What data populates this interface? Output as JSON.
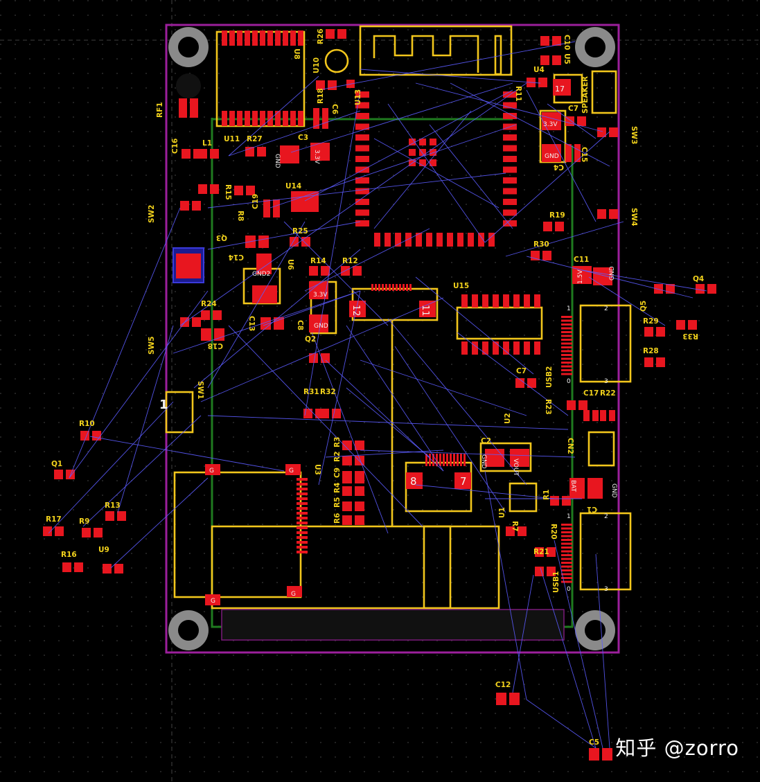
{
  "view": "pcb-2d-layout",
  "colors": {
    "background": "#000000",
    "grid_dot": "#3a3a3a",
    "board_outline": "#9c1f9c",
    "pad": "#e8161f",
    "silkscreen": "#f2c61c",
    "ratsnest": "#5c5cff",
    "route": "#1f7a1f"
  },
  "watermark": "知乎 @zorro",
  "labels": {
    "rf1": "RF1",
    "c16": "C16",
    "l1": "L1",
    "u11": "U11",
    "r27": "R27",
    "c3": "C3",
    "u8": "U8",
    "r26": "R26",
    "u10": "U10",
    "r18": "R18",
    "u13": "U13",
    "c6": "C6",
    "r11": "R11",
    "c10": "C10",
    "u5": "U5",
    "u4": "U4",
    "speaker": "SPEAKER",
    "c7_top": "C7",
    "c4": "C4",
    "c15": "C15",
    "sw3": "SW3",
    "sw2": "SW2",
    "r15": "R15",
    "r8": "R8",
    "q3": "Q3",
    "u14": "U14",
    "c19": "C19",
    "r25": "R25",
    "c14": "C14",
    "u6": "U6",
    "sw4": "SW4",
    "r19": "R19",
    "r30": "R30",
    "c11": "C11",
    "q4": "Q4",
    "q5": "Q5",
    "r29": "R29",
    "r33": "R33",
    "r28": "R28",
    "r14": "R14",
    "r12": "R12",
    "u15": "U15",
    "c8": "C8",
    "q2": "Q2",
    "c13": "C13",
    "c18": "C18",
    "r24": "R24",
    "sw5": "SW5",
    "sw1": "SW1",
    "usb2": "USB2",
    "c7": "C7",
    "r23": "R23",
    "c17": "C17",
    "r22": "R22",
    "u2": "U2",
    "cn2": "CN2",
    "r31": "R31",
    "r32": "R32",
    "r3": "R3",
    "r2": "R2",
    "c9": "C9",
    "r4": "R4",
    "r5": "R5",
    "r6": "R6",
    "u3": "U3",
    "c2": "C2",
    "r1": "R1",
    "c1": "C1",
    "u1": "U1",
    "r7": "R7",
    "r20": "R20",
    "r21": "R21",
    "usb1": "USB1",
    "r10": "R10",
    "q1": "Q1",
    "r13": "R13",
    "r17": "R17",
    "r9": "R9",
    "r16": "R16",
    "u9": "U9",
    "c12": "C12",
    "c5": "C5"
  },
  "pad_texts": {
    "v33_a": "3.3V",
    "gnd_a": "GND",
    "v33_b": "3.3V",
    "gnd_b": "GND",
    "v33_c": "3.3V",
    "gnd_c": "GND",
    "gnd2": "GND2",
    "v15": "1.5V",
    "gnd_d": "GND",
    "vout": "VOUT",
    "gnd_e": "GND",
    "bat": "BAT",
    "gnd_f": "GND",
    "g": "G",
    "one": "1",
    "two": "2",
    "three": "3",
    "zero": "0",
    "eight": "8",
    "seven": "7",
    "eleven": "11",
    "twelve": "12",
    "seventeen": "17"
  }
}
